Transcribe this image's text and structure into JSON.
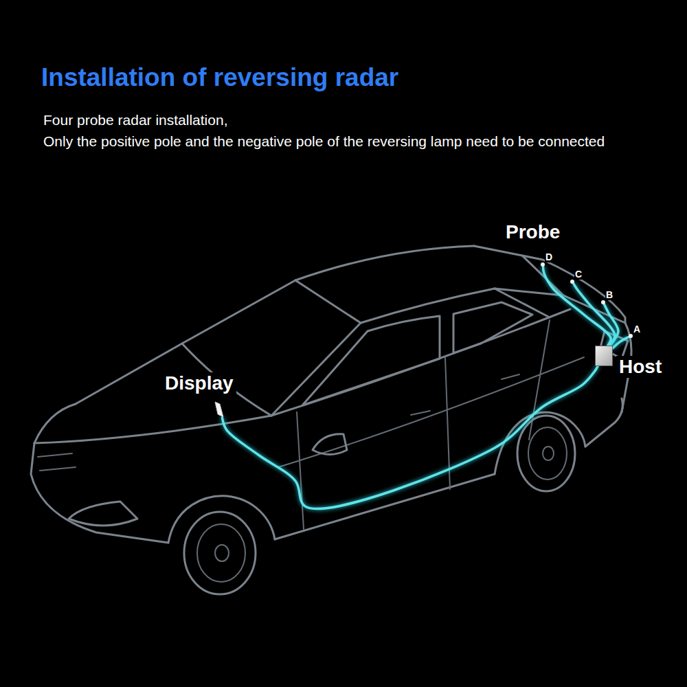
{
  "diagram": {
    "title": "Installation of reversing radar",
    "nodes": [
      {
        "text": [
          "D"
        ]
      },
      {
        "text": [
          "C"
        ]
      },
      {
        "text": [
          "B"
        ]
      },
      {
        "text": [
          "A"
        ]
      },
      {
        "text": [
          "Host"
        ]
      },
      {
        "text": [
          "Display"
        ]
      }
    ],
    "edges": [
      {
        "from": 4,
        "to": 3,
        "arrow": "none"
      },
      {
        "from": 4,
        "to": 2,
        "arrow": "none"
      },
      {
        "from": 4,
        "to": 1,
        "arrow": "none"
      },
      {
        "from": 4,
        "to": 0,
        "arrow": "none"
      },
      {
        "from": 5,
        "to": 4,
        "arrow": "none"
      }
    ],
    "labels": [
      "Four probe radar installation,",
      "Only the positive pole and the negative pole of the reversing lamp need to be connected",
      "Probe"
    ]
  }
}
